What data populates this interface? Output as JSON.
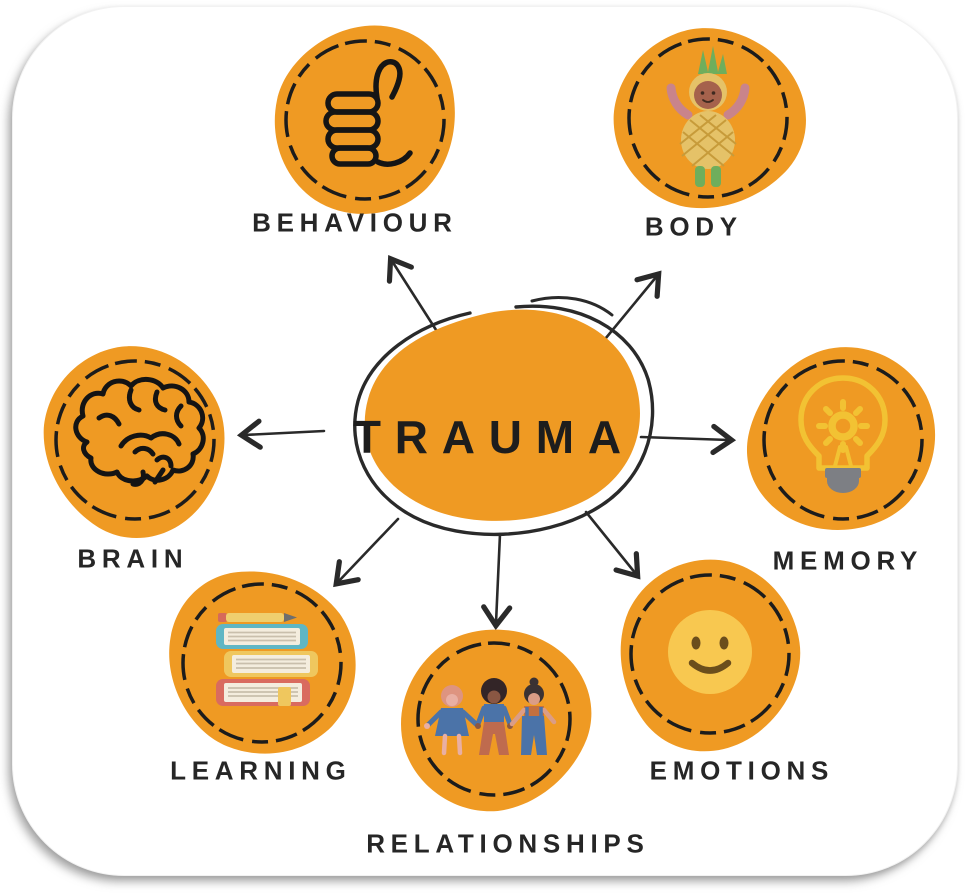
{
  "diagram": {
    "center_label": "TRAUMA",
    "nodes": [
      {
        "id": "behaviour",
        "label": "BEHAVIOUR",
        "icon": "thumbs-up-icon"
      },
      {
        "id": "body",
        "label": "BODY",
        "icon": "pineapple-child-icon"
      },
      {
        "id": "brain",
        "label": "BRAIN",
        "icon": "brain-icon"
      },
      {
        "id": "memory",
        "label": "MEMORY",
        "icon": "lightbulb-gear-icon"
      },
      {
        "id": "learning",
        "label": "LEARNING",
        "icon": "books-stack-icon"
      },
      {
        "id": "relationships",
        "label": "RELATIONSHIPS",
        "icon": "people-holding-hands-icon"
      },
      {
        "id": "emotions",
        "label": "EMOTIONS",
        "icon": "smiley-face-icon"
      }
    ],
    "connections_from_center": [
      "behaviour",
      "body",
      "brain",
      "memory",
      "learning",
      "relationships",
      "emotions"
    ],
    "colors": {
      "blob_orange": "#EF9A23",
      "outline_black": "#1c1c1c",
      "label_text": "#262626",
      "smiley_yellow": "#F8C850",
      "bulb_yellow": "#F2C233",
      "card_background": "#ffffff"
    }
  }
}
